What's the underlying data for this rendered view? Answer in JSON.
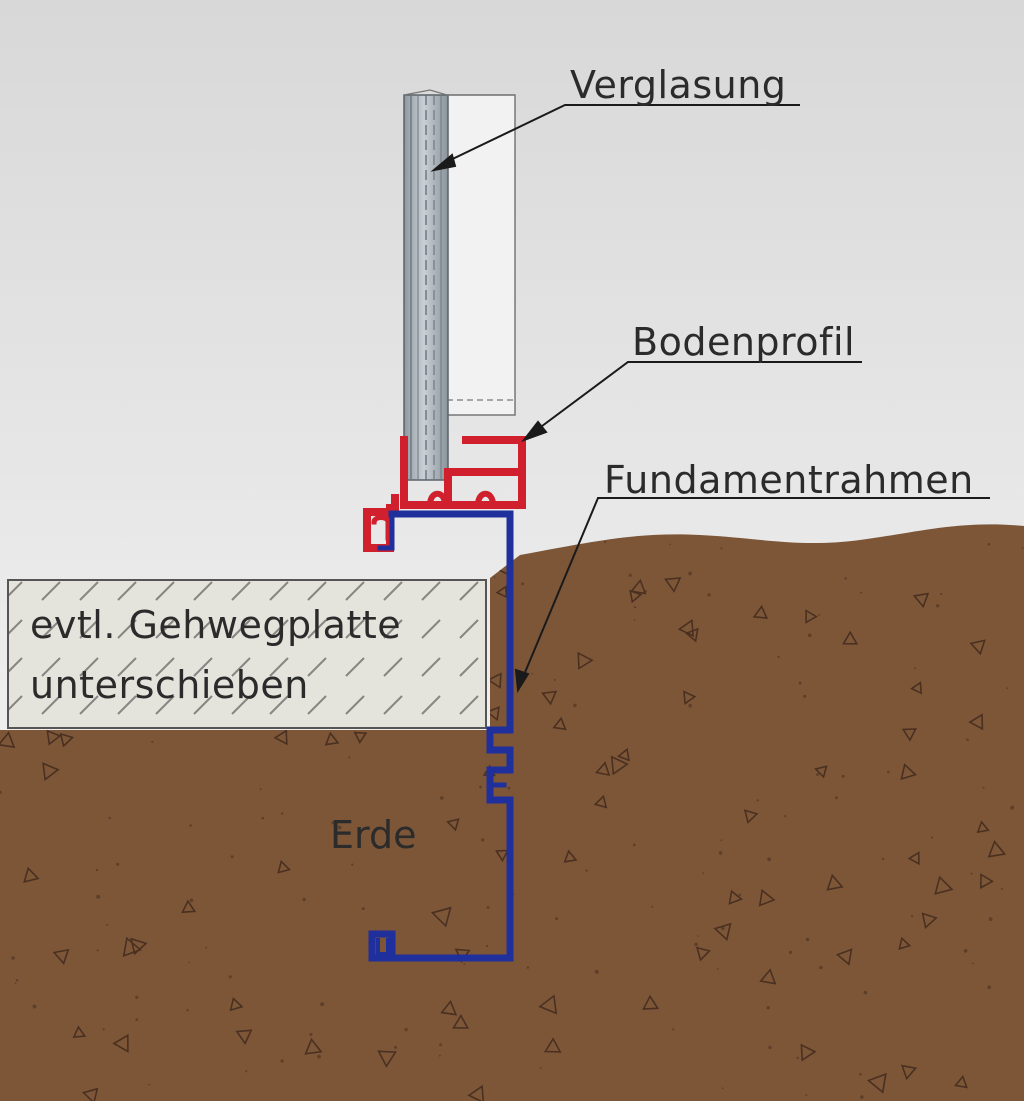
{
  "labels": {
    "glazing": "Verglasung",
    "floor_profile": "Bodenprofil",
    "foundation_frame": "Fundamentrahmen",
    "paving_slab_line1": "evtl. Gehwegplatte",
    "paving_slab_line2": "unterschieben",
    "soil": "Erde"
  },
  "colors": {
    "sky_top": "#d8d8d8",
    "sky_bottom": "#fafafa",
    "soil": "#7d5638",
    "soil_speck": "#4a3020",
    "slab": "#e4e3dc",
    "hatch": "#3a3a3a",
    "glass": "#a9b2b9",
    "floor_profile": "#d0202e",
    "foundation_frame": "#1f2f9c",
    "leader": "#1a1a1a"
  }
}
